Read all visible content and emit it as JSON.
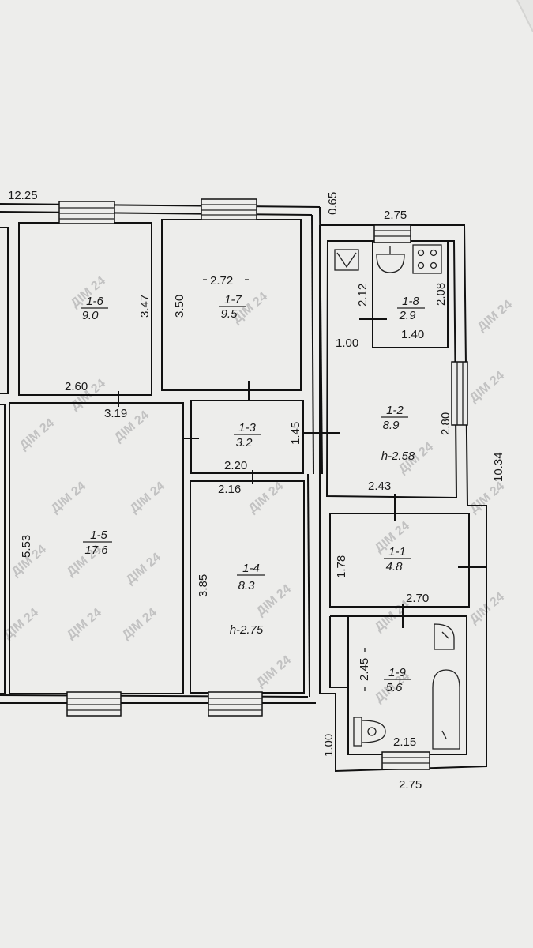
{
  "plan": {
    "dimensions": {
      "overall_width": "12.25",
      "outer_wall": "0.65",
      "annex_width_top": "2.75",
      "annex_width_bottom": "2.75",
      "annex_length": "10.34",
      "bottom_step": "1.00",
      "r6_width": "2.60",
      "r6_height": "3.47",
      "r7_width": "2.72",
      "r7_height": "3.50",
      "r5_width": "3.19",
      "r5_height": "5.53",
      "r3_width": "2.20",
      "r3_height": "1.45",
      "r4_width": "2.16",
      "r4_height": "3.85",
      "r8_height": "2.12",
      "r8_height_right": "2.08",
      "r8_left_width": "1.00",
      "r8_width": "1.40",
      "r2_height": "2.80",
      "r2_width": "2.43",
      "r1_height": "1.78",
      "r1_width": "2.70",
      "r9_height": "2.45",
      "r9_width": "2.15"
    },
    "rooms": {
      "r1": {
        "label": "1-1",
        "area": "4.8"
      },
      "r2": {
        "label": "1-2",
        "area": "8.9",
        "height": "h-2.58"
      },
      "r3": {
        "label": "1-3",
        "area": "3.2"
      },
      "r4": {
        "label": "1-4",
        "area": "8.3",
        "height": "h-2.75"
      },
      "r5": {
        "label": "1-5",
        "area": "17.6"
      },
      "r6": {
        "label": "1-6",
        "area": "9.0"
      },
      "r7": {
        "label": "1-7",
        "area": "9.5"
      },
      "r8": {
        "label": "1-8",
        "area": "2.9"
      },
      "r9": {
        "label": "1-9",
        "area": "5.6"
      }
    },
    "watermark": "ДІМ 24"
  }
}
